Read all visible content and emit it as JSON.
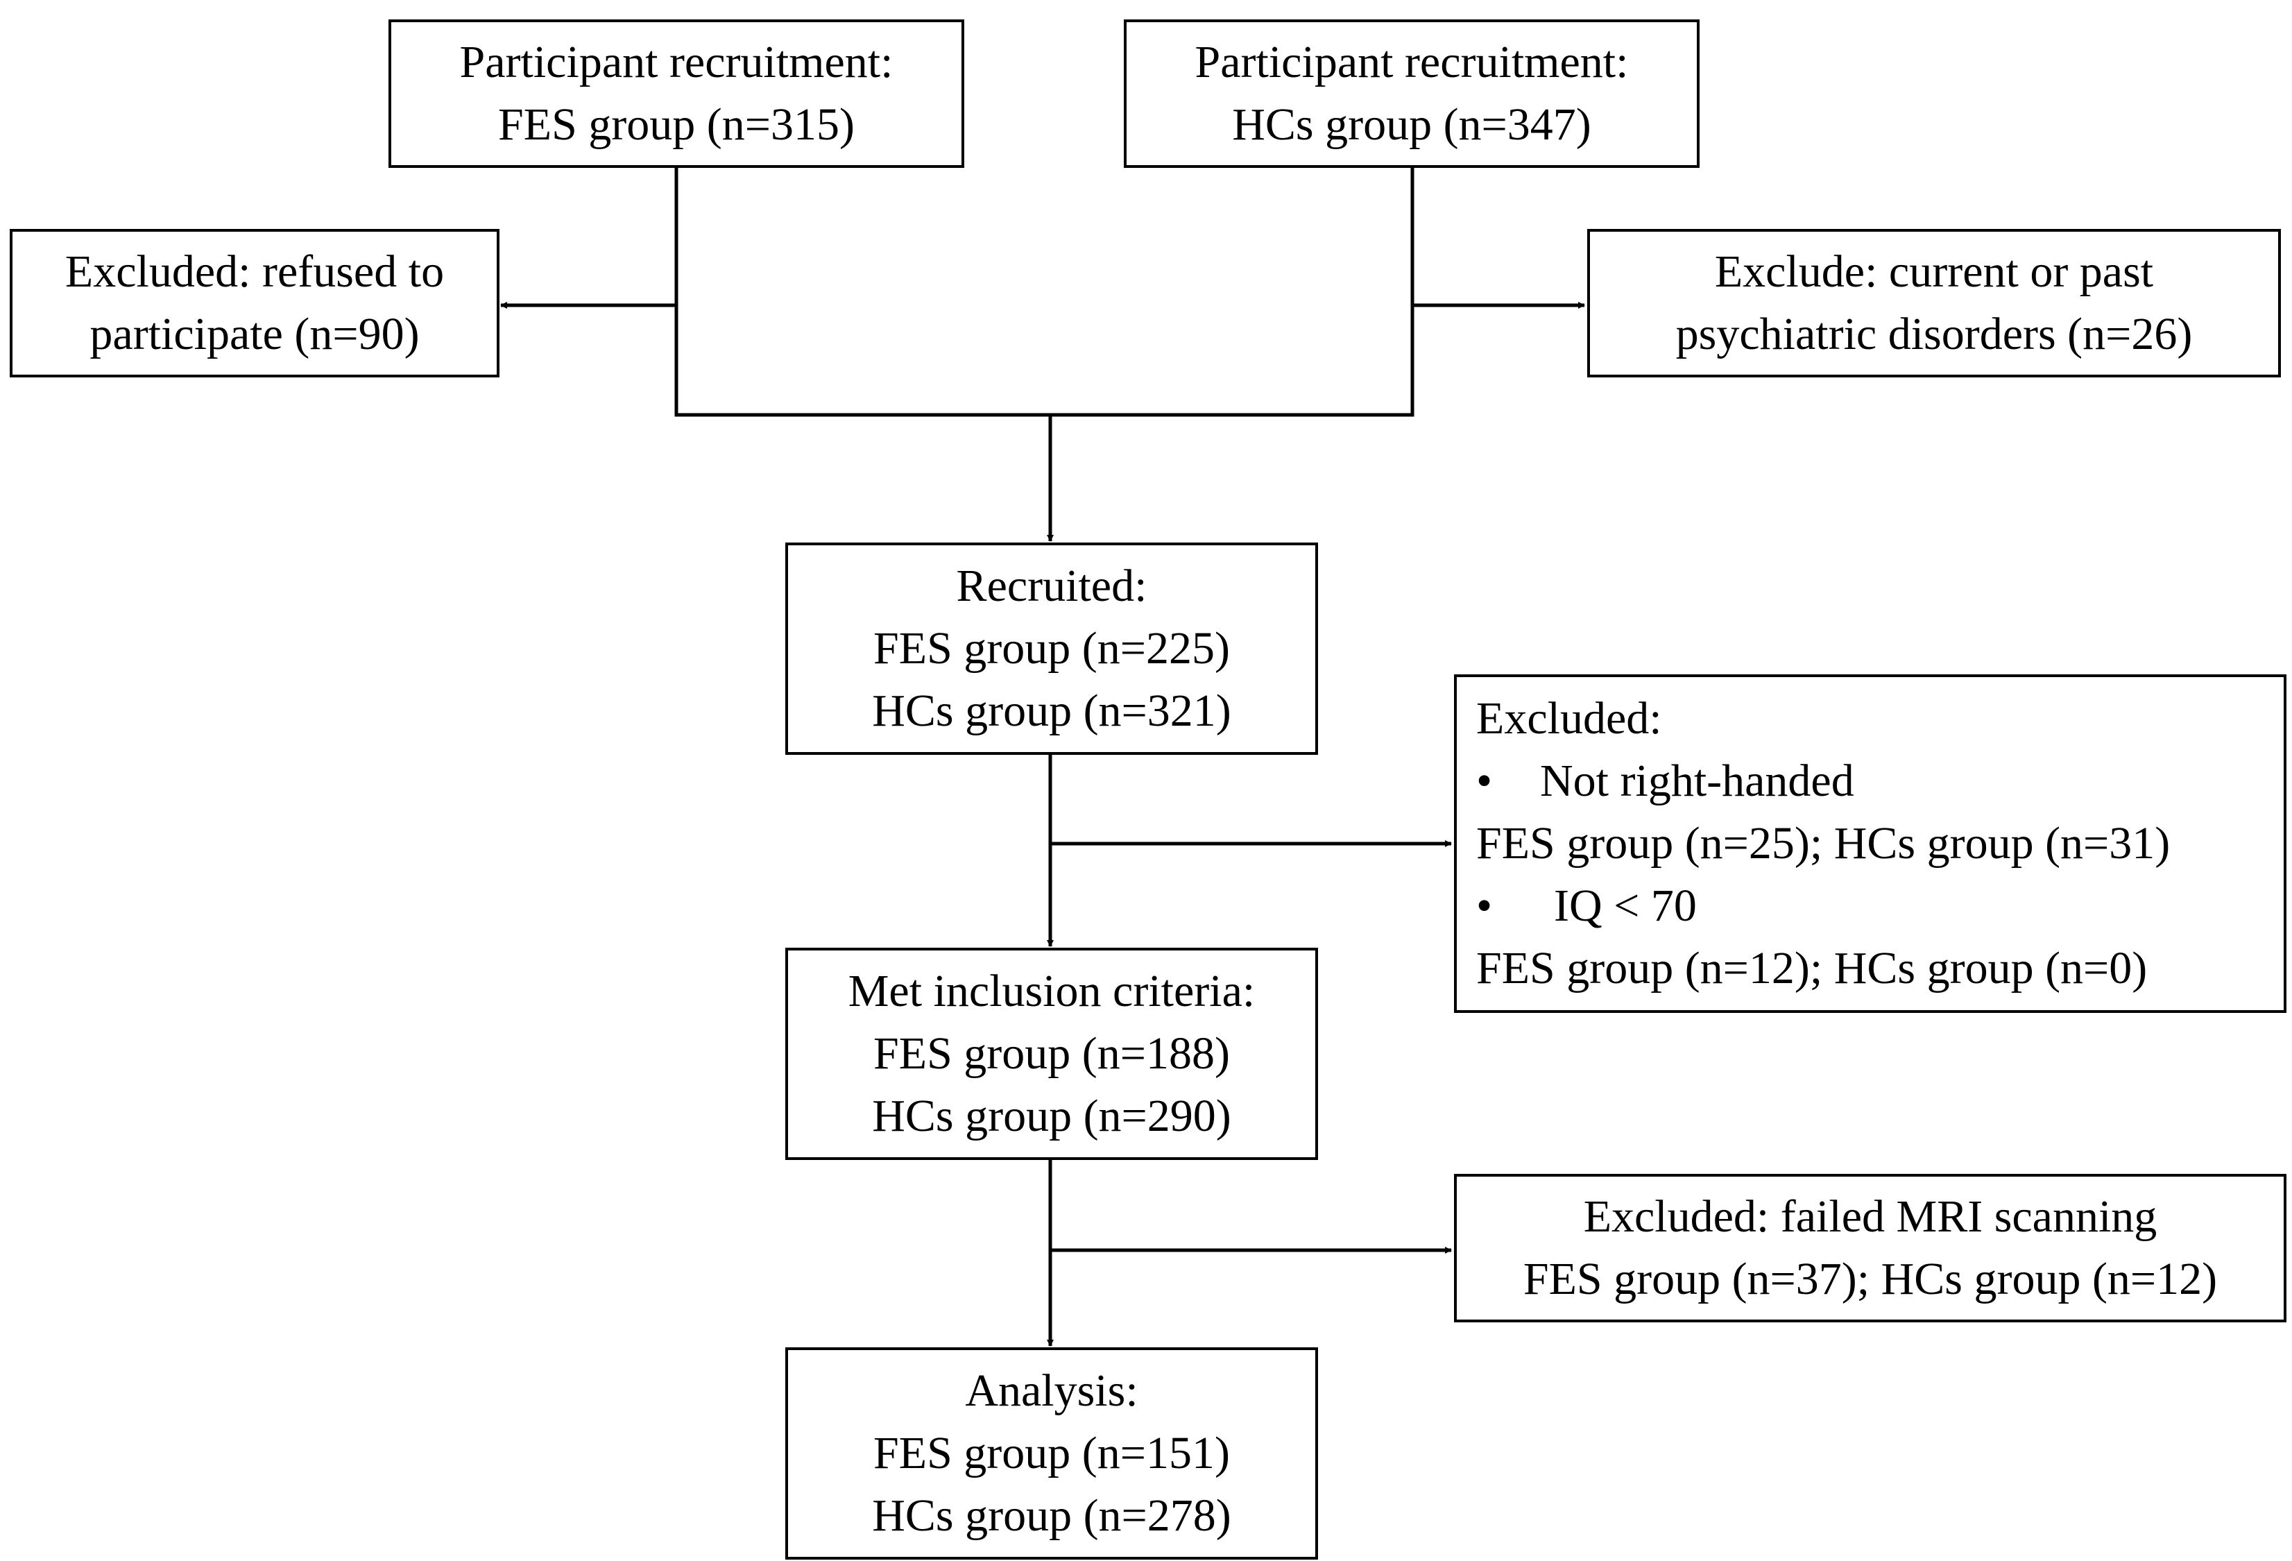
{
  "flowchart": {
    "fes_recruitment": {
      "lines": [
        "Participant recruitment:",
        "FES group (n=315)"
      ]
    },
    "hc_recruitment": {
      "lines": [
        "Participant recruitment:",
        "HCs group (n=347)"
      ]
    },
    "excluded_refused": {
      "lines": [
        "Excluded: refused to",
        "participate (n=90)"
      ]
    },
    "excluded_psychiatric": {
      "lines": [
        "Exclude: current or past",
        "psychiatric disorders (n=26)"
      ]
    },
    "recruited": {
      "lines": [
        "Recruited:",
        "FES group (n=225)",
        "HCs group (n=321)"
      ]
    },
    "excluded_handedness_iq": {
      "title": "Excluded:",
      "bullet": "•",
      "item1_label": "Not right-handed",
      "item1_counts": "FES group (n=25); HCs group (n=31)",
      "item2_label": "IQ < 70",
      "item2_counts": "FES group (n=12); HCs group (n=0)"
    },
    "met_inclusion": {
      "lines": [
        "Met inclusion criteria:",
        "FES group (n=188)",
        "HCs group (n=290)"
      ]
    },
    "excluded_mri": {
      "lines": [
        "Excluded: failed MRI scanning",
        "FES group (n=37); HCs group (n=12)"
      ]
    },
    "analysis": {
      "lines": [
        "Analysis:",
        "FES group (n=151)",
        "HCs group (n=278)"
      ]
    }
  }
}
